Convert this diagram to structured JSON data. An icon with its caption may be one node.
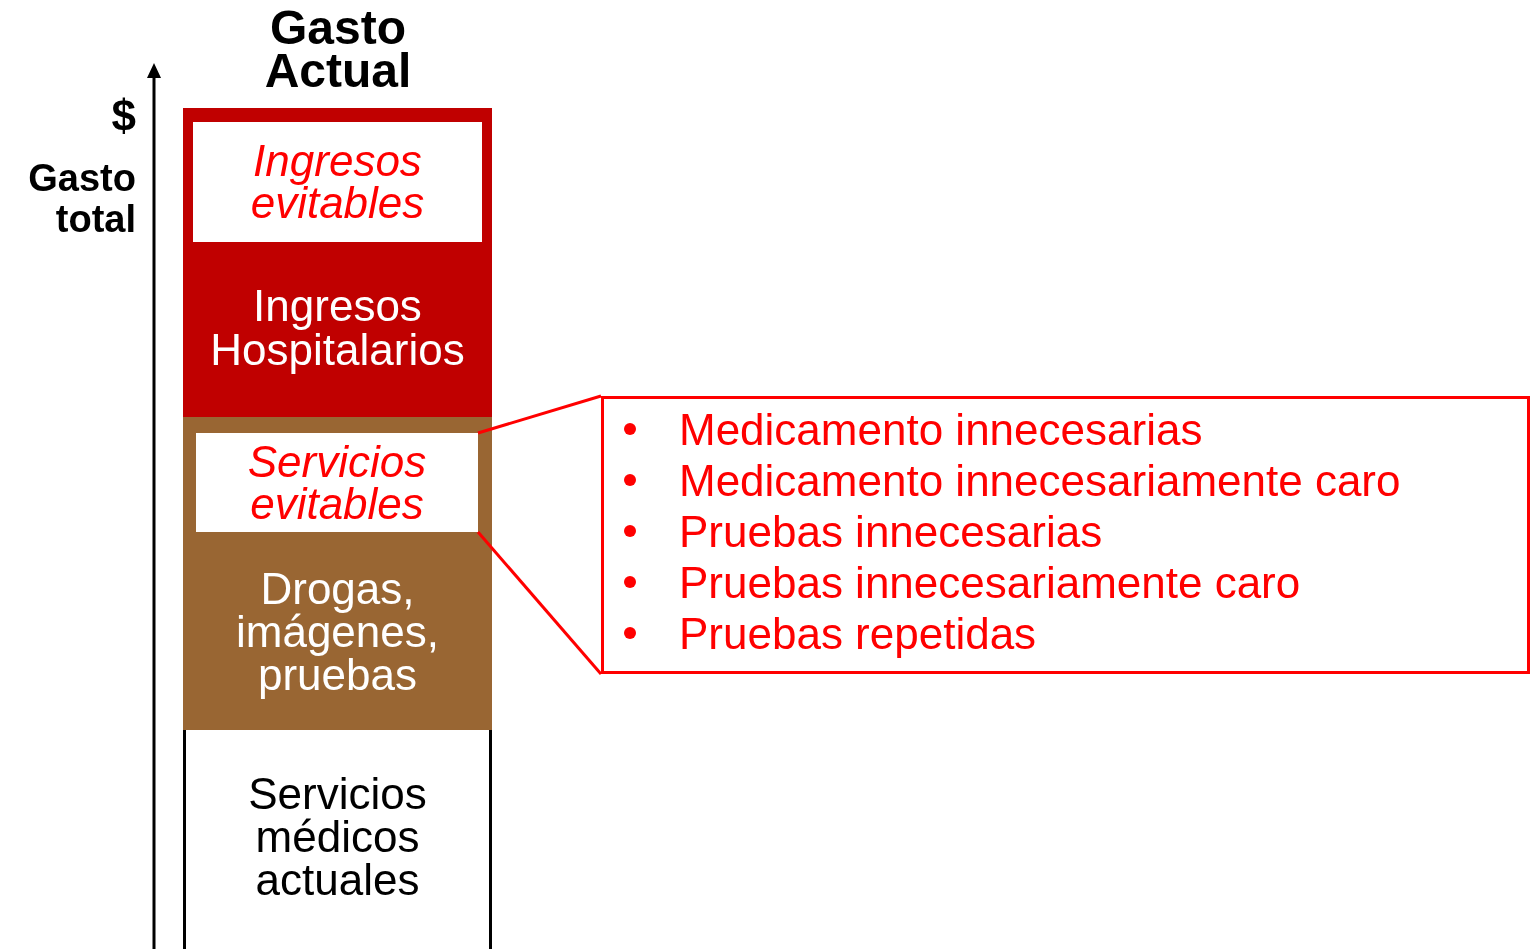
{
  "diagram": {
    "title": "Gasto Actual",
    "nodes": [
      {
        "text": [
          "Ingresos Hospitalarios"
        ]
      },
      {
        "text": [
          "Ingresos evitables"
        ],
        "in": 0
      },
      {
        "text": [
          "Drogas, imágenes, pruebas"
        ]
      },
      {
        "text": [
          "Servicios evitables"
        ],
        "in": 2
      },
      {
        "text": [
          "Servicios médicos actuales"
        ]
      },
      {
        "text": [
          "Medicamento innecesarias",
          "Medicamento innecesariamente caro",
          "Pruebas innecesarias",
          "Pruebas innecesariamente caro",
          "Pruebas repetidas"
        ]
      }
    ],
    "edges": [
      {
        "from": 3,
        "to": 5,
        "arrow": "none"
      },
      {
        "from": 3,
        "to": 5,
        "arrow": "none"
      }
    ],
    "labels": [
      "$",
      "Gasto total"
    ]
  }
}
